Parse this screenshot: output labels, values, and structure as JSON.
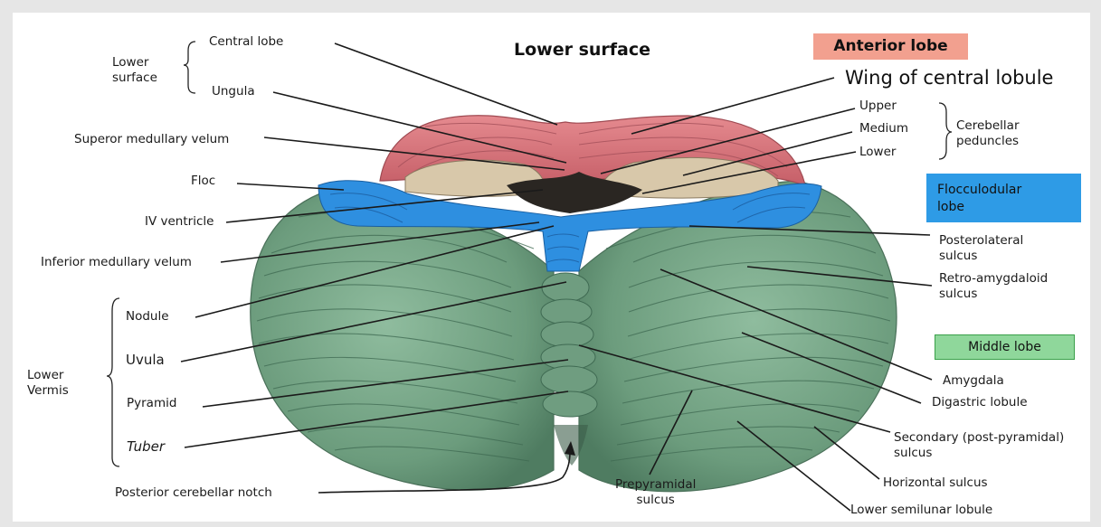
{
  "title": "Lower surface",
  "anterior_lobe": "Anterior lobe",
  "wing_of_central_lobule": "Wing of central lobule",
  "flocculonodular_lobe": "Flocculodular\nlobe",
  "middle_lobe": "Middle lobe",
  "left_labels": {
    "lower_surface_group": "Lower\nsurface",
    "central_lobe": "Central lobe",
    "ungula": "Ungula",
    "superior_medullary_velum": "Superor medullary velum",
    "floc": "Floc",
    "iv_ventricle": "IV ventricle",
    "inferior_medullary_velum": "Inferior medullary velum",
    "nodule": "Nodule",
    "uvula": "Uvula",
    "lower_vermis_group": "Lower\nVermis",
    "pyramid": "Pyramid",
    "tuber": "Tuber",
    "posterior_cerebellar_notch": "Posterior cerebellar notch"
  },
  "right_labels": {
    "upper": "Upper",
    "medium": "Medium",
    "lower": "Lower",
    "cerebellar_peduncles": "Cerebellar\npeduncles",
    "posterolateral_sulcus": "Posterolateral\nsulcus",
    "retro_amygdaloid_sulcus": "Retro-amygdaloid\nsulcus",
    "amygdala": "Amygdala",
    "digastric_lobule": "Digastric  lobule",
    "secondary_sulcus": "Secondary (post-pyramidal)\nsulcus",
    "horizontal_sulcus": "Horizontal sulcus",
    "lower_semilunar_lobule": "Lower semilunar lobule",
    "prepyramidal_sulcus": "Prepyramidal\nsulcus"
  },
  "colors": {
    "anterior_lobe": "#d9707a",
    "flocculonodular_lobe": "#2e8fe0",
    "middle_lobe": "#7fae8e",
    "peduncle_cut": "#d6c6a8",
    "ventricle": "#2a2622"
  }
}
